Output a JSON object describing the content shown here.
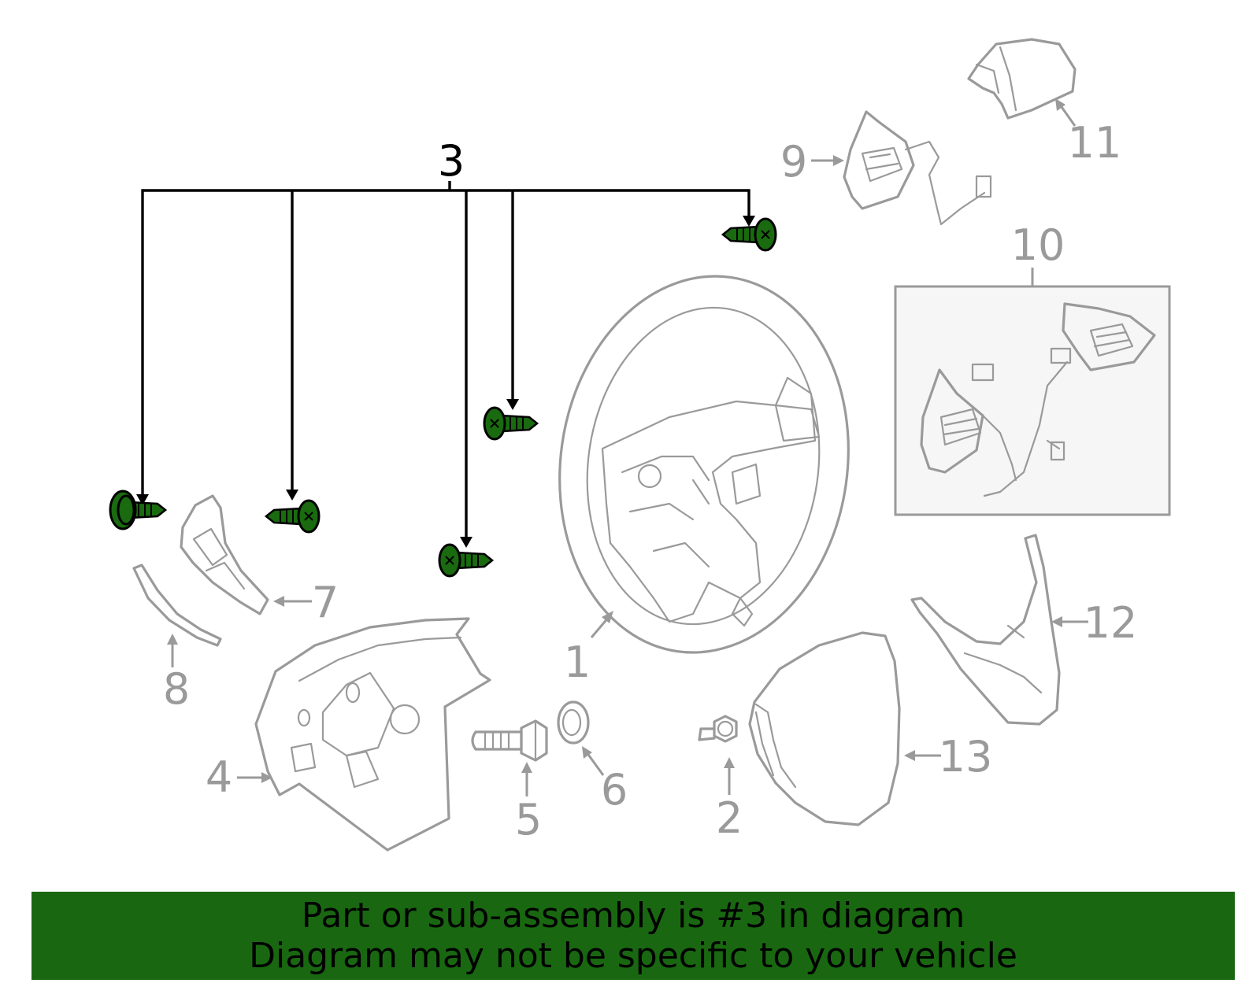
{
  "diagram": {
    "highlighted_callout": "3",
    "callouts": [
      "1",
      "2",
      "3",
      "4",
      "5",
      "6",
      "7",
      "8",
      "9",
      "10",
      "11",
      "12",
      "13"
    ],
    "part_color": "#9a9a9a",
    "highlight_color": "#1a6a10"
  },
  "banner": {
    "line1": "Part or sub-assembly is #3 in diagram",
    "line2": "Diagram may not be specific to your vehicle",
    "background": "#196811"
  }
}
